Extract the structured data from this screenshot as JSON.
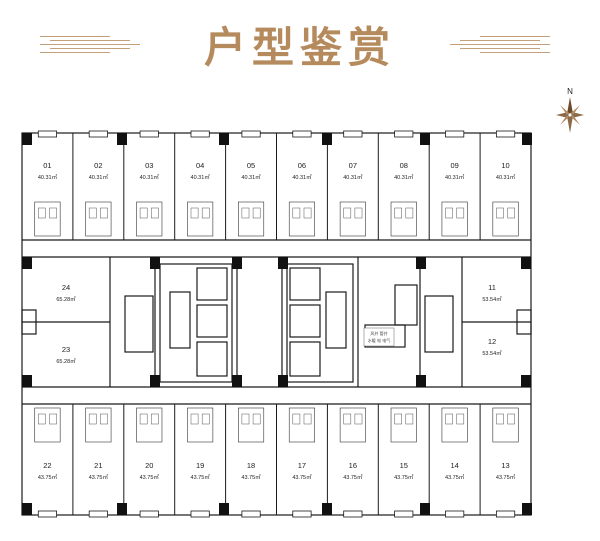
{
  "header": {
    "title": "户型鉴赏"
  },
  "compass": {
    "north_label": "N",
    "accent_color": "#6b4a2a"
  },
  "colors": {
    "title": "#b58a5c",
    "wall": "#1a1a1a",
    "pillar": "#111111",
    "line": "#333333"
  },
  "north_rooms": [
    {
      "num": "01",
      "area": "40.31㎡"
    },
    {
      "num": "02",
      "area": "40.31㎡"
    },
    {
      "num": "03",
      "area": "40.31㎡"
    },
    {
      "num": "04",
      "area": "40.31㎡"
    },
    {
      "num": "05",
      "area": "40.31㎡"
    },
    {
      "num": "06",
      "area": "40.31㎡"
    },
    {
      "num": "07",
      "area": "40.31㎡"
    },
    {
      "num": "08",
      "area": "40.31㎡"
    },
    {
      "num": "09",
      "area": "40.31㎡"
    },
    {
      "num": "10",
      "area": "40.31㎡"
    }
  ],
  "south_rooms": [
    {
      "num": "22",
      "area": "43.75㎡"
    },
    {
      "num": "21",
      "area": "43.75㎡"
    },
    {
      "num": "20",
      "area": "43.75㎡"
    },
    {
      "num": "19",
      "area": "43.75㎡"
    },
    {
      "num": "18",
      "area": "43.75㎡"
    },
    {
      "num": "17",
      "area": "43.75㎡"
    },
    {
      "num": "16",
      "area": "43.75㎡"
    },
    {
      "num": "15",
      "area": "43.75㎡"
    },
    {
      "num": "14",
      "area": "43.75㎡"
    },
    {
      "num": "13",
      "area": "43.75㎡"
    }
  ],
  "west_rooms": [
    {
      "num": "24",
      "area": "65.28㎡"
    },
    {
      "num": "23",
      "area": "65.28㎡"
    }
  ],
  "east_rooms": [
    {
      "num": "11",
      "area": "53.54㎡"
    },
    {
      "num": "12",
      "area": "53.54㎡"
    }
  ],
  "core": {
    "label_line1": "风井 管井",
    "label_line2": "水暖 电 电气"
  }
}
